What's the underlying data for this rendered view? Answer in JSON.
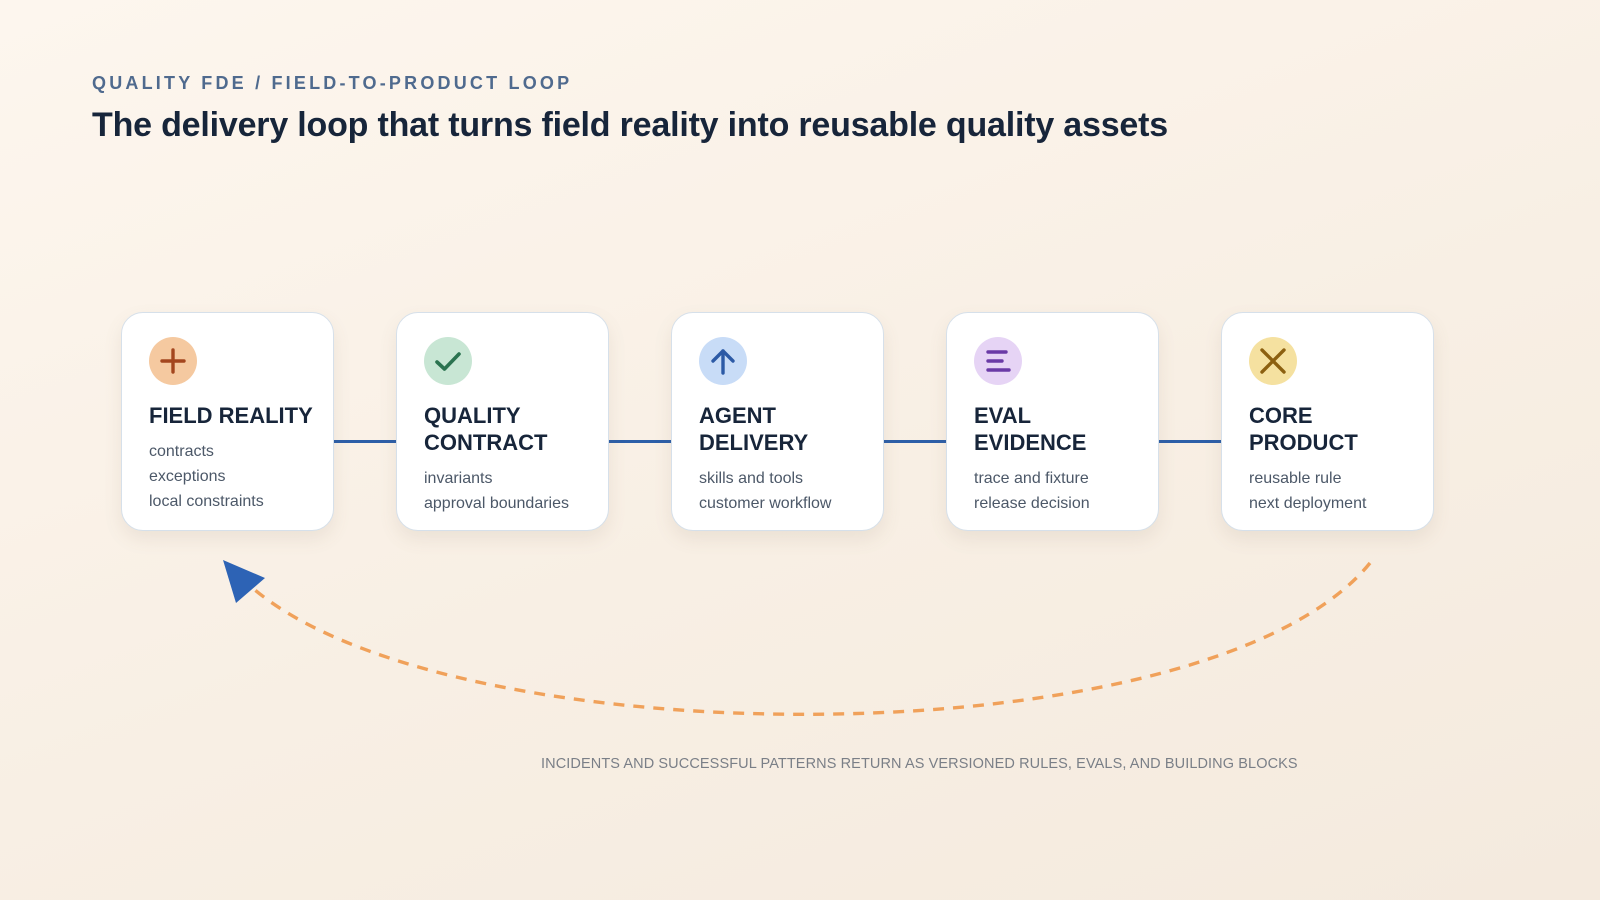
{
  "header": {
    "eyebrow": "QUALITY FDE / FIELD-TO-PRODUCT LOOP",
    "title": "The delivery loop that turns field reality into reusable quality assets"
  },
  "steps": [
    {
      "title": "FIELD REALITY",
      "lines": [
        "contracts",
        "exceptions",
        "local constraints"
      ],
      "icon": "plus-icon",
      "icon_bg": "#f5c9a0",
      "icon_color": "#a4461e"
    },
    {
      "title": "QUALITY\nCONTRACT",
      "lines": [
        "invariants",
        "approval boundaries"
      ],
      "icon": "check-icon",
      "icon_bg": "#c8e6d4",
      "icon_color": "#2b7350"
    },
    {
      "title": "AGENT\nDELIVERY",
      "lines": [
        "skills and tools",
        "customer workflow"
      ],
      "icon": "arrow-up-icon",
      "icon_bg": "#c8dcf7",
      "icon_color": "#2c5aa6"
    },
    {
      "title": "EVAL\nEVIDENCE",
      "lines": [
        "trace and fixture",
        "release decision"
      ],
      "icon": "menu-lines-icon",
      "icon_bg": "#e6d4f5",
      "icon_color": "#6a3aa6"
    },
    {
      "title": "CORE\nPRODUCT",
      "lines": [
        "reusable rule",
        "next deployment"
      ],
      "icon": "x-icon",
      "icon_bg": "#f5e1a0",
      "icon_color": "#8c6010"
    }
  ],
  "colors": {
    "connector": "#2d5fa8",
    "loop_dash": "#f0a15a",
    "loop_arrowhead": "#2d63b5"
  },
  "footer": {
    "caption": "INCIDENTS AND SUCCESSFUL PATTERNS RETURN AS VERSIONED RULES, EVALS, AND BUILDING BLOCKS"
  }
}
